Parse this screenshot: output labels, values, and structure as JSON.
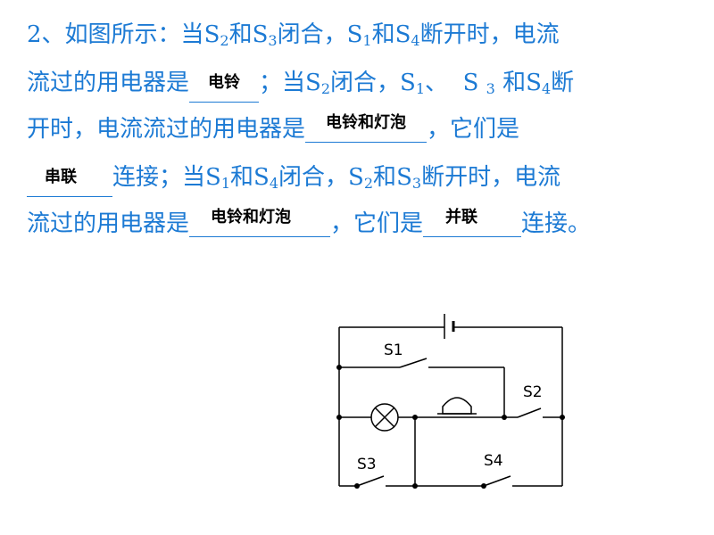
{
  "question": {
    "number": "2、",
    "intro": "如图所示：当",
    "s_letter": "S",
    "sub1": "1",
    "sub2": "2",
    "sub3": "3",
    "sub4": "4",
    "and": "和",
    "closed": "闭合，",
    "open_tail": "断开时，电流",
    "flow_prefix": "流过的用电器是",
    "sep": "；当",
    "comma_slash": "、",
    "duan": "断",
    "open_line3": "开时，电流流过的用电器是",
    "they_are": "，它们是",
    "connect": "连接；当",
    "connect_end": "连接。",
    "open_tail2": "断开时，电流"
  },
  "answers": {
    "a1": "电铃",
    "a2": "电铃和灯泡",
    "a3": "串联",
    "a4": "电铃和灯泡",
    "a5": "并联"
  },
  "circuit": {
    "labels": {
      "s1": "S1",
      "s2": "S2",
      "s3": "S3",
      "s4": "S4"
    },
    "wire_color": "#000000"
  }
}
